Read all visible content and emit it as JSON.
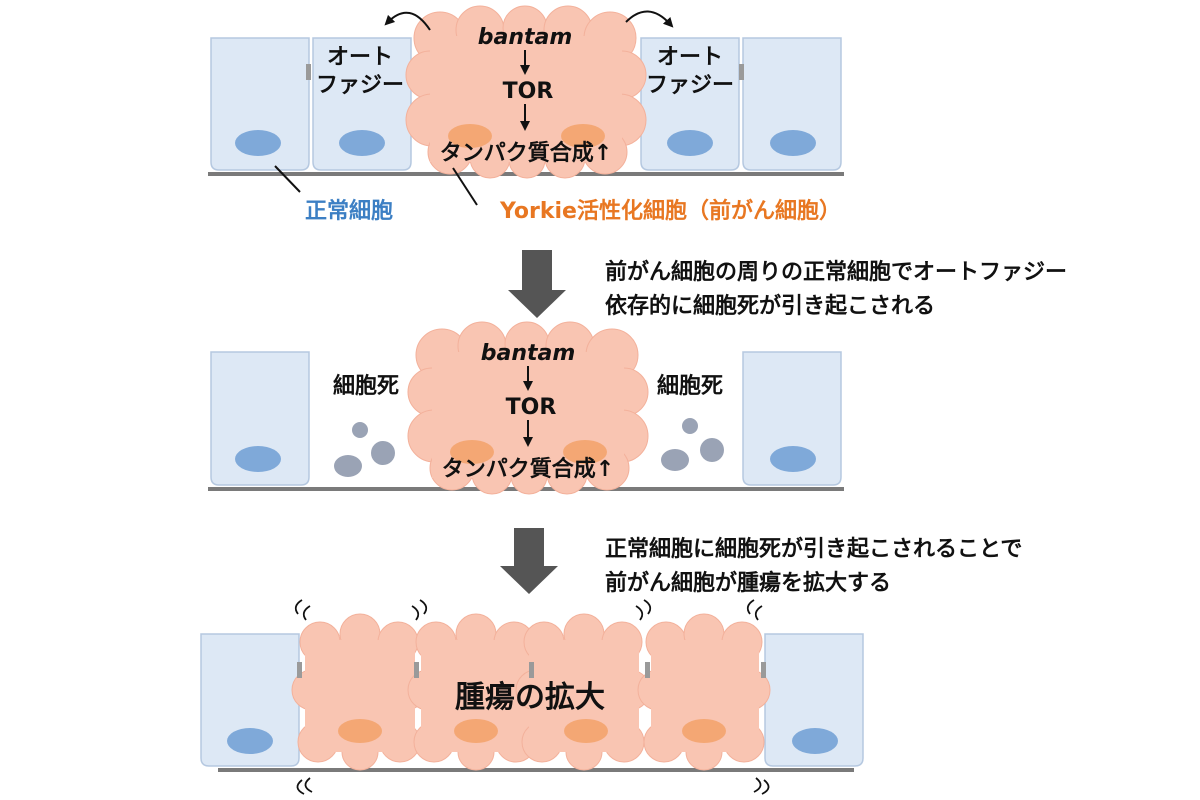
{
  "colors": {
    "normal_cell_fill": "#dde8f5",
    "normal_cell_stroke": "#b5c8e0",
    "nucleus_blue": "#7fa9d9",
    "precancer_fill": "#f9c5b2",
    "precancer_stroke": "#f3b19b",
    "nucleus_orange": "#f4a774",
    "dead_cell_gray": "#9aa3b5",
    "basement_line": "#7a7a7a",
    "junction_gray": "#9a9a9a",
    "arrow_gray": "#555555",
    "label_blue": "#3c7fc4",
    "label_orange": "#e87722"
  },
  "panel1": {
    "bantam": "bantam",
    "tor": "TOR",
    "protein_synthesis": "タンパク質合成↑",
    "autophagy_left": [
      "オート",
      "ファジー"
    ],
    "autophagy_right": [
      "オート",
      "ファジー"
    ],
    "normal_cell_label": "正常細胞",
    "yorkie_label": "Yorkie活性化細胞（前がん細胞）"
  },
  "caption1": {
    "line1": "前がん細胞の周りの正常細胞でオートファジー",
    "line2": "依存的に細胞死が引き起こされる"
  },
  "panel2": {
    "bantam": "bantam",
    "tor": "TOR",
    "protein_synthesis": "タンパク質合成↑",
    "cell_death_left": "細胞死",
    "cell_death_right": "細胞死"
  },
  "caption2": {
    "line1": "正常細胞に細胞死が引き起こされることで",
    "line2": "前がん細胞が腫瘍を拡大する"
  },
  "panel3": {
    "tumor_label": "腫瘍の拡大"
  }
}
